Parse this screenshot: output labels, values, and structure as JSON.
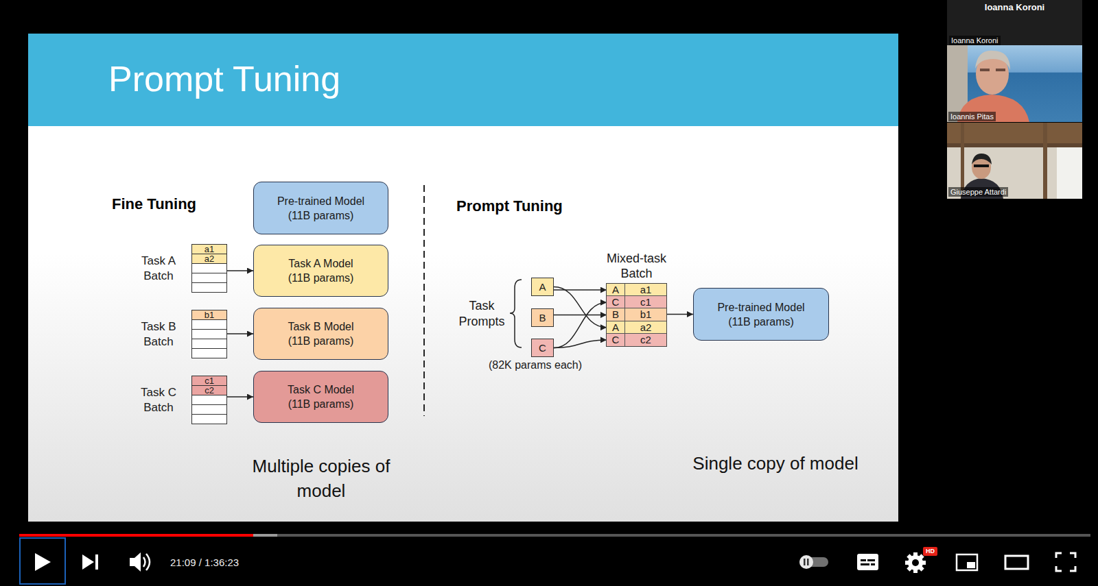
{
  "diagram": {
    "title": "Prompt Tuning",
    "nodes": [
      {
        "text": [
          "Pre-trained Model (11B params)"
        ]
      },
      {
        "text": [
          "Task A Batch"
        ]
      },
      {
        "text": [
          "a1"
        ],
        "in": 1
      },
      {
        "text": [
          "a2"
        ],
        "in": 1
      },
      {
        "text": [
          "Task A Model (11B params)"
        ]
      },
      {
        "text": [
          "Task B Batch"
        ]
      },
      {
        "text": [
          "b1"
        ],
        "in": 5
      },
      {
        "text": [
          "Task B Model (11B params)"
        ]
      },
      {
        "text": [
          "Task C Batch"
        ]
      },
      {
        "text": [
          "c1"
        ],
        "in": 8
      },
      {
        "text": [
          "c2"
        ],
        "in": 8
      },
      {
        "text": [
          "Task C Model (11B params)"
        ]
      },
      {
        "text": [
          "A"
        ]
      },
      {
        "text": [
          "B"
        ]
      },
      {
        "text": [
          "C"
        ]
      },
      {
        "text": [
          "Mixed-task Batch"
        ]
      },
      {
        "text": [
          "A"
        ],
        "in": 15
      },
      {
        "text": [
          "a1"
        ],
        "in": 15
      },
      {
        "text": [
          "C"
        ],
        "in": 15
      },
      {
        "text": [
          "c1"
        ],
        "in": 15
      },
      {
        "text": [
          "B"
        ],
        "in": 15
      },
      {
        "text": [
          "b1"
        ],
        "in": 15
      },
      {
        "text": [
          "A"
        ],
        "in": 15
      },
      {
        "text": [
          "a2"
        ],
        "in": 15
      },
      {
        "text": [
          "C"
        ],
        "in": 15
      },
      {
        "text": [
          "c2"
        ],
        "in": 15
      },
      {
        "text": [
          "Pre-trained Model (11B params)"
        ]
      }
    ],
    "edges": [
      {
        "from": 1,
        "to": 4,
        "arrow": "to"
      },
      {
        "from": 5,
        "to": 7,
        "arrow": "to"
      },
      {
        "from": 8,
        "to": 11,
        "arrow": "to"
      },
      {
        "from": 12,
        "to": 16,
        "arrow": "to"
      },
      {
        "from": 12,
        "to": 22,
        "arrow": "to"
      },
      {
        "from": 13,
        "to": 20,
        "arrow": "to"
      },
      {
        "from": 14,
        "to": 18,
        "arrow": "to"
      },
      {
        "from": 14,
        "to": 24,
        "arrow": "to"
      },
      {
        "from": 15,
        "to": 26,
        "arrow": "to"
      }
    ],
    "labels": [
      "Fine Tuning",
      "Prompt Tuning",
      "Task Prompts",
      "(82K params each)",
      "Multiple copies of model",
      "Single copy of model",
      "Ioanna Koroni",
      "Ioanna Koroni",
      "Ioannis Pitas",
      "Giuseppe Attardi",
      "21:09 / 1:36:23",
      "HD"
    ]
  }
}
